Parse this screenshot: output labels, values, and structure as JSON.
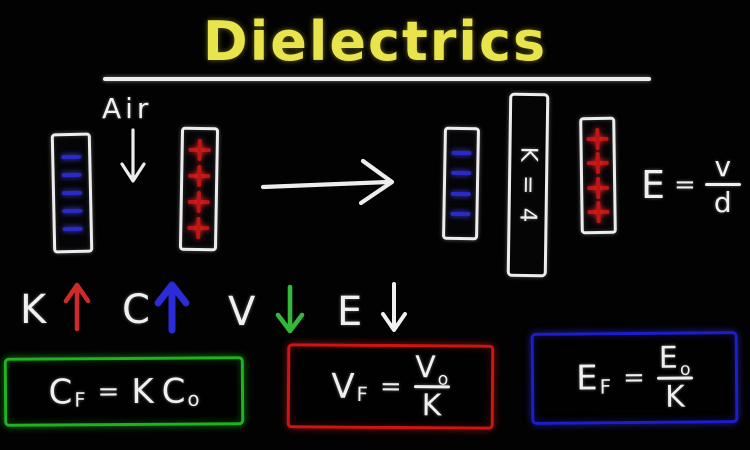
{
  "title": "Dielectrics",
  "diagram": {
    "medium_label": "Air",
    "dielectric_label": "K = 4",
    "charges": {
      "before_negative_count": 5,
      "before_positive_count": 4,
      "after_negative_count": 4,
      "after_positive_count": 4
    }
  },
  "field_formula": {
    "lhs": "E",
    "eq": "=",
    "num": "v",
    "den": "d"
  },
  "trends": [
    {
      "symbol": "K",
      "direction": "up",
      "arrow_color": "#cf2a2a"
    },
    {
      "symbol": "C",
      "direction": "up",
      "arrow_color": "#2b2bd8"
    },
    {
      "symbol": "V",
      "direction": "down",
      "arrow_color": "#33b839"
    },
    {
      "symbol": "E",
      "direction": "down",
      "arrow_color": "#f0f0f0"
    }
  ],
  "formulas": {
    "capacitance": {
      "box_color": "#1fb41f",
      "lhs_base": "C",
      "lhs_sub": "F",
      "eq": "=",
      "rhs_coeff": "K",
      "rhs_base": "C",
      "rhs_sub": "o"
    },
    "voltage": {
      "box_color": "#cf1512",
      "lhs_base": "V",
      "lhs_sub": "F",
      "eq": "=",
      "num_base": "V",
      "num_sub": "o",
      "den": "K"
    },
    "field": {
      "box_color": "#1d1dd0",
      "lhs_base": "E",
      "lhs_sub": "F",
      "eq": "=",
      "num_base": "E",
      "num_sub": "o",
      "den": "K"
    }
  },
  "colors": {
    "background": "#020202",
    "title": "#e9e44b",
    "ink": "#f0f0f0",
    "negative_charge": "#2a2ac8",
    "positive_charge": "#c01515"
  }
}
